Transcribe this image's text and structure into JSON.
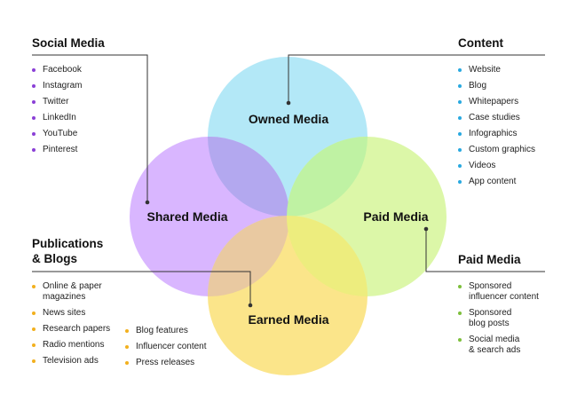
{
  "circles": {
    "owned": {
      "label": "Owned Media",
      "color": "#b3e8f7"
    },
    "shared": {
      "label": "Shared Media",
      "color": "#d9b6ff"
    },
    "paid": {
      "label": "Paid Media",
      "color": "#dcf7a8"
    },
    "earned": {
      "label": "Earned Media",
      "color": "#fbe58a"
    }
  },
  "overlaps": {
    "owned_shared": "#b3a8ef",
    "owned_paid": "#bff2a3",
    "shared_earned": "#e9c9a1",
    "paid_earned": "#eded7e"
  },
  "social": {
    "heading": "Social Media",
    "bullet_color": "#8a3fd6",
    "items": [
      "Facebook",
      "Instagram",
      "Twitter",
      "LinkedIn",
      "YouTube",
      "Pinterest"
    ]
  },
  "content": {
    "heading": "Content",
    "bullet_color": "#29a9e0",
    "items": [
      "Website",
      "Blog",
      "Whitepapers",
      "Case studies",
      "Infographics",
      "Custom graphics",
      "Videos",
      "App content"
    ]
  },
  "publications": {
    "heading_line1": "Publications",
    "heading_line2": "& Blogs",
    "bullet_color": "#f2b01e",
    "col1": [
      "Online & paper\nmagazines",
      "News sites",
      "Research papers",
      "Radio mentions",
      "Television ads"
    ],
    "col2": [
      "Blog features",
      "Influencer content",
      "Press releases"
    ]
  },
  "paid_list": {
    "heading": "Paid Media",
    "bullet_color": "#7dbf3c",
    "items": [
      "Sponsored\ninfluencer content",
      "Sponsored\nblog posts",
      "Social media\n& search ads"
    ]
  },
  "line_color": "#333333"
}
